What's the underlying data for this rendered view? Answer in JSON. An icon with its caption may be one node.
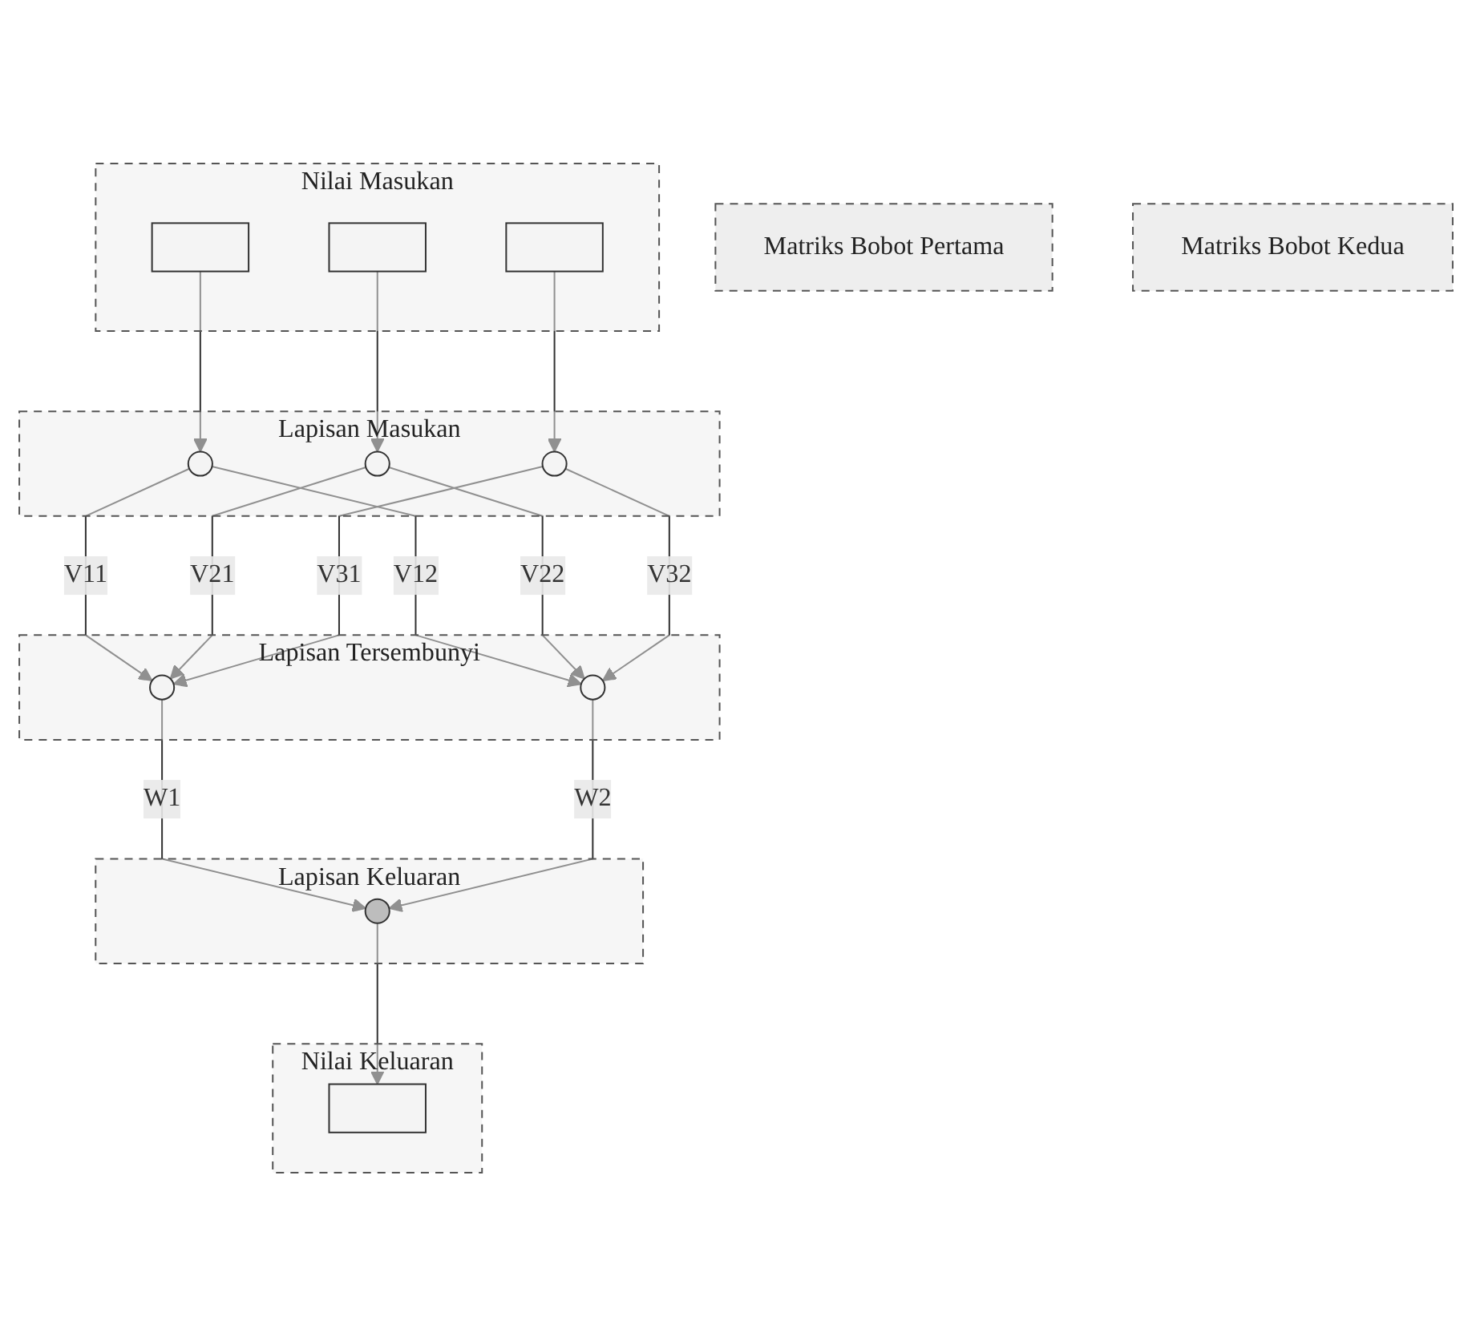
{
  "diagram": {
    "nodes": [
      {
        "text": [
          "Nilai Masukan"
        ]
      },
      {
        "text": [],
        "shape": "box",
        "in": 0
      },
      {
        "text": [],
        "shape": "box",
        "in": 0
      },
      {
        "text": [],
        "shape": "box",
        "in": 0
      },
      {
        "text": [
          "Lapisan Masukan"
        ]
      },
      {
        "text": [],
        "shape": "circle",
        "in": 4
      },
      {
        "text": [],
        "shape": "circle",
        "in": 4
      },
      {
        "text": [],
        "shape": "circle",
        "in": 4
      },
      {
        "text": [
          "Matriks Bobot Pertama"
        ]
      },
      {
        "text": [
          "Lapisan Tersembunyi"
        ]
      },
      {
        "text": [],
        "shape": "circle",
        "in": 9
      },
      {
        "text": [],
        "shape": "circle",
        "in": 9
      },
      {
        "text": [
          "Matriks Bobot Kedua"
        ]
      },
      {
        "text": [
          "Lapisan Keluaran"
        ]
      },
      {
        "text": [],
        "shape": "circle",
        "in": 13
      },
      {
        "text": [
          "Nilai Keluaran"
        ]
      },
      {
        "text": [],
        "shape": "box",
        "in": 15
      }
    ],
    "edges": [
      {
        "from": 1,
        "to": 5,
        "arrow": "to"
      },
      {
        "from": 2,
        "to": 6,
        "arrow": "to"
      },
      {
        "from": 3,
        "to": 7,
        "arrow": "to"
      },
      {
        "from": 5,
        "to": 10,
        "arrow": "to",
        "label": "V11"
      },
      {
        "from": 5,
        "to": 11,
        "arrow": "to",
        "label": "V12"
      },
      {
        "from": 6,
        "to": 10,
        "arrow": "to",
        "label": "V21"
      },
      {
        "from": 6,
        "to": 11,
        "arrow": "to",
        "label": "V22"
      },
      {
        "from": 7,
        "to": 10,
        "arrow": "to",
        "label": "V31"
      },
      {
        "from": 7,
        "to": 11,
        "arrow": "to",
        "label": "V32"
      },
      {
        "from": 10,
        "to": 14,
        "arrow": "to",
        "label": "W1"
      },
      {
        "from": 11,
        "to": 14,
        "arrow": "to",
        "label": "W2"
      },
      {
        "from": 14,
        "to": 16,
        "arrow": "to"
      }
    ]
  }
}
